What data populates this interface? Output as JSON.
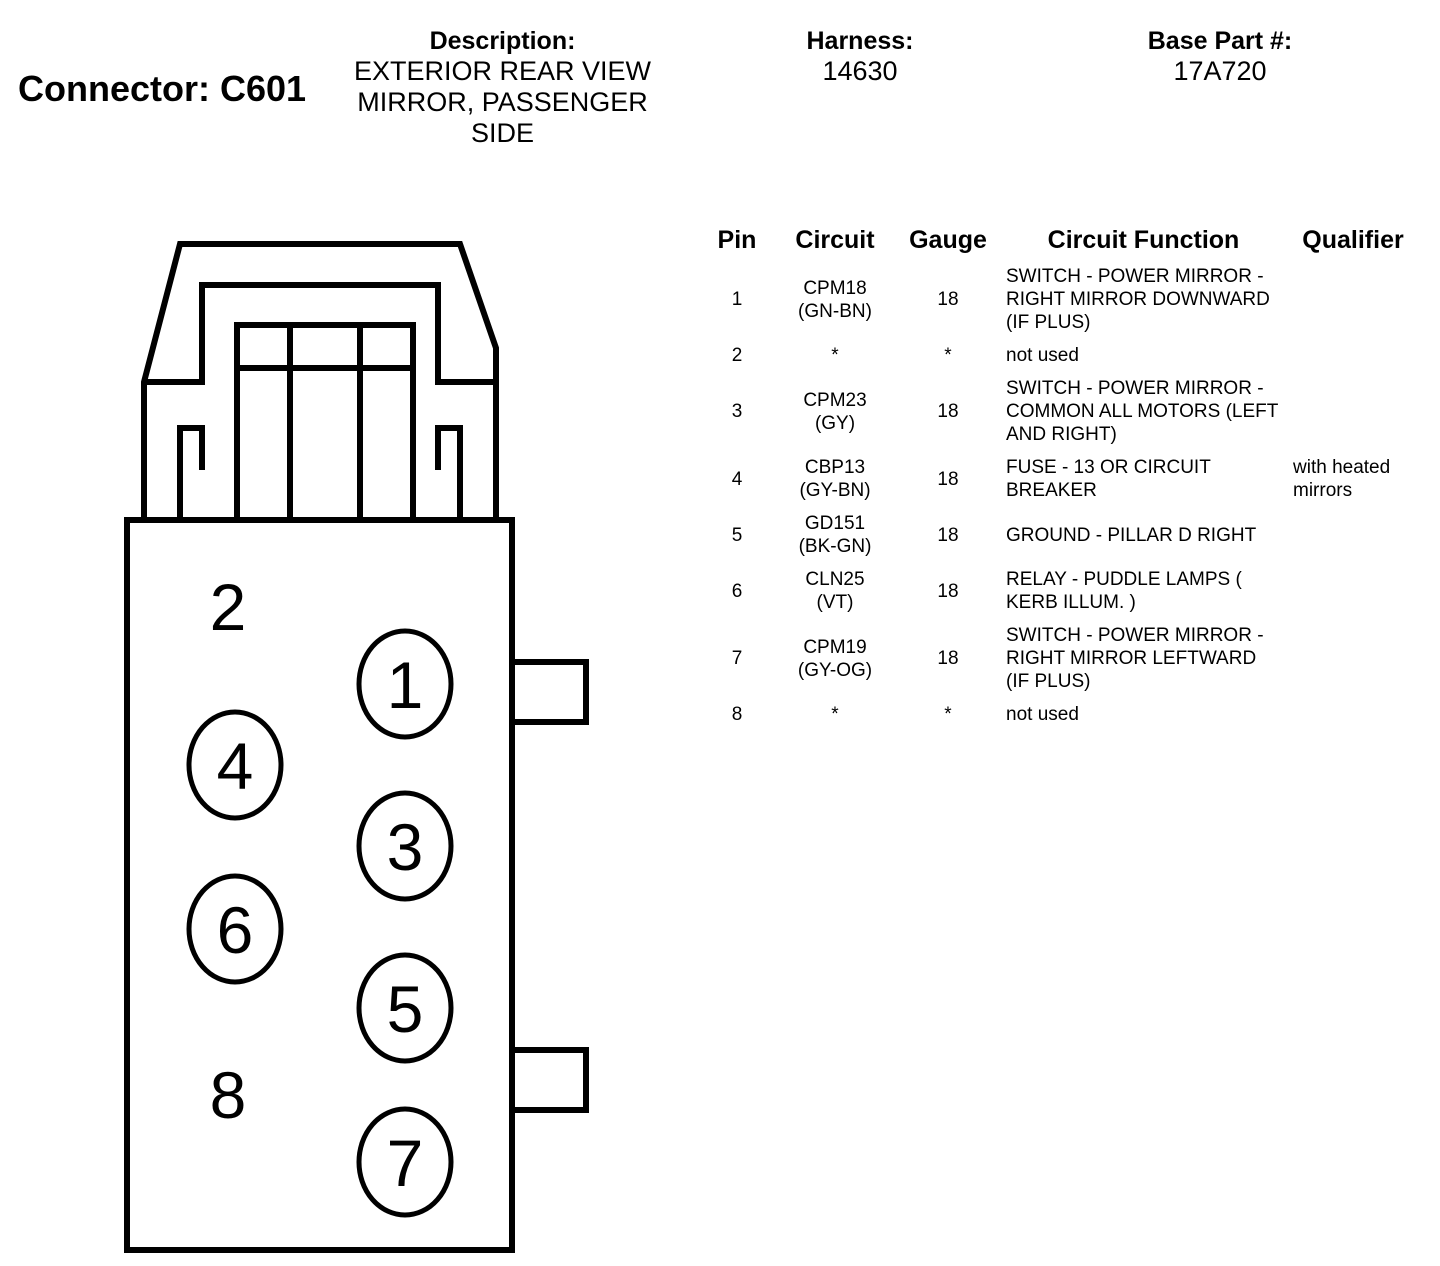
{
  "connector": {
    "label": "Connector: C601"
  },
  "description": {
    "label": "Description:",
    "value": "EXTERIOR REAR VIEW MIRROR, PASSENGER SIDE"
  },
  "harness": {
    "label": "Harness:",
    "value": "14630"
  },
  "base_part": {
    "label": "Base Part #:",
    "value": "17A720"
  },
  "table": {
    "headers": {
      "pin": "Pin",
      "circuit": "Circuit",
      "gauge": "Gauge",
      "function": "Circuit Function",
      "qualifier": "Qualifier"
    },
    "rows": [
      {
        "pin": "1",
        "circuit": "CPM18",
        "color": "(GN-BN)",
        "gauge": "18",
        "function": "SWITCH - POWER MIRROR - RIGHT MIRROR DOWNWARD (IF PLUS)",
        "qualifier": ""
      },
      {
        "pin": "2",
        "circuit": "*",
        "color": "",
        "gauge": "*",
        "function": "not used",
        "qualifier": ""
      },
      {
        "pin": "3",
        "circuit": "CPM23",
        "color": "(GY)",
        "gauge": "18",
        "function": "SWITCH - POWER MIRROR - COMMON ALL MOTORS (LEFT AND RIGHT)",
        "qualifier": ""
      },
      {
        "pin": "4",
        "circuit": "CBP13",
        "color": "(GY-BN)",
        "gauge": "18",
        "function": "FUSE - 13 OR CIRCUIT BREAKER",
        "qualifier": "with heated mirrors"
      },
      {
        "pin": "5",
        "circuit": "GD151",
        "color": "(BK-GN)",
        "gauge": "18",
        "function": "GROUND - PILLAR D RIGHT",
        "qualifier": ""
      },
      {
        "pin": "6",
        "circuit": "CLN25",
        "color": "(VT)",
        "gauge": "18",
        "function": "RELAY - PUDDLE LAMPS ( KERB ILLUM. )",
        "qualifier": ""
      },
      {
        "pin": "7",
        "circuit": "CPM19",
        "color": "(GY-OG)",
        "gauge": "18",
        "function": "SWITCH - POWER MIRROR - RIGHT MIRROR LEFTWARD (IF PLUS)",
        "qualifier": ""
      },
      {
        "pin": "8",
        "circuit": "*",
        "color": "",
        "gauge": "*",
        "function": "not used",
        "qualifier": ""
      }
    ]
  },
  "diagram": {
    "pin_labels": {
      "p1": "1",
      "p2": "2",
      "p3": "3",
      "p4": "4",
      "p5": "5",
      "p6": "6",
      "p7": "7",
      "p8": "8"
    }
  }
}
